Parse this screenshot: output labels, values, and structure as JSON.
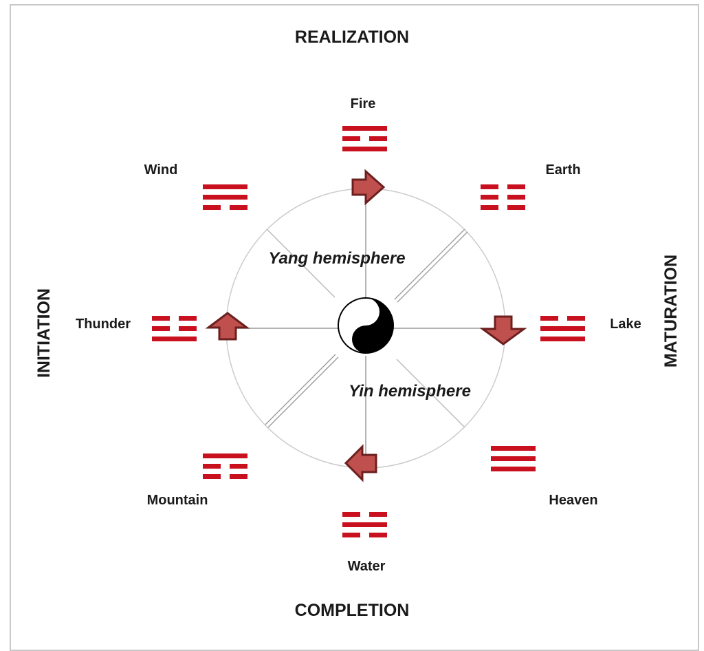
{
  "directions": {
    "top": "REALIZATION",
    "bottom": "COMPLETION",
    "left": "INITIATION",
    "right": "MATURATION"
  },
  "hemispheres": {
    "yang": "Yang hemisphere",
    "yin": "Yin hemisphere"
  },
  "trigrams": [
    {
      "name": "Fire",
      "lines_top_to_bottom": [
        "solid",
        "broken",
        "solid"
      ]
    },
    {
      "name": "Earth",
      "lines_top_to_bottom": [
        "broken",
        "broken",
        "broken"
      ]
    },
    {
      "name": "Lake",
      "lines_top_to_bottom": [
        "broken",
        "solid",
        "solid"
      ]
    },
    {
      "name": "Heaven",
      "lines_top_to_bottom": [
        "solid",
        "solid",
        "solid"
      ]
    },
    {
      "name": "Water",
      "lines_top_to_bottom": [
        "broken",
        "solid",
        "broken"
      ]
    },
    {
      "name": "Mountain",
      "lines_top_to_bottom": [
        "solid",
        "broken",
        "broken"
      ]
    },
    {
      "name": "Thunder",
      "lines_top_to_bottom": [
        "broken",
        "broken",
        "solid"
      ]
    },
    {
      "name": "Wind",
      "lines_top_to_bottom": [
        "solid",
        "solid",
        "broken"
      ]
    }
  ],
  "colors": {
    "trigram_red": "#c8101e",
    "arrow_fill": "#c0504d",
    "arrow_stroke": "#6b1f1f",
    "circle_stroke": "#cccccc",
    "spoke_stroke": "#9a9a9a"
  },
  "icons": {
    "center": "yin-yang-icon",
    "arrows": [
      "arrow-right-icon",
      "arrow-down-icon",
      "arrow-left-icon",
      "arrow-up-icon"
    ]
  }
}
